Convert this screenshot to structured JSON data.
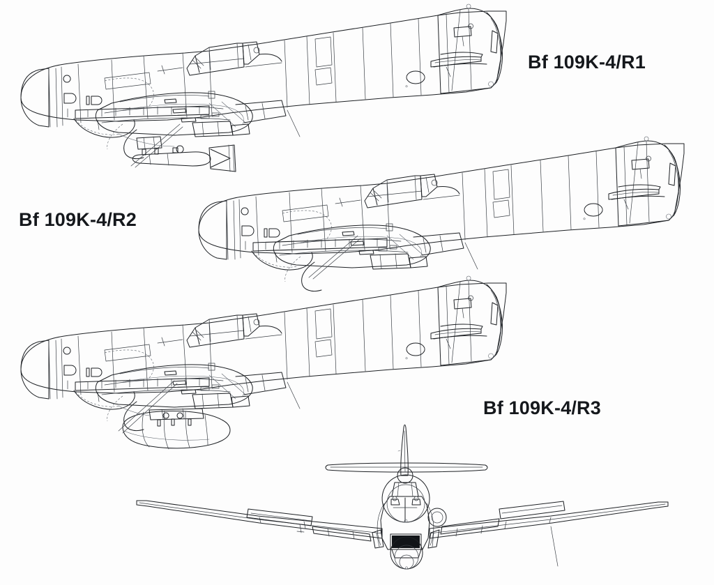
{
  "plate": {
    "background_color": "#ffffff",
    "ink_color": "#1d2024",
    "subject": "Messerschmitt Bf 109K-4 Rüstsatz conversion variants",
    "drawing_type": "technical line drawing",
    "view_count": 4
  },
  "labels": {
    "r1": "Bf 109K-4/R1",
    "r2": "Bf 109K-4/R2",
    "r3": "Bf 109K-4/R3"
  },
  "views": [
    {
      "id": "profile-r1",
      "label": "Bf 109K-4/R1",
      "orientation": "left side profile, nose left",
      "stores": "centerline ETC rack with finned bomb",
      "label_position": "upper right"
    },
    {
      "id": "profile-r2",
      "label": "Bf 109K-4/R2",
      "orientation": "left side profile, nose left",
      "stores": "clean wing, reconnaissance camera fit",
      "label_position": "left"
    },
    {
      "id": "profile-r3",
      "label": "Bf 109K-4/R3",
      "orientation": "left side profile, nose left",
      "stores": "300 litre ventral drop tank",
      "label_position": "right"
    },
    {
      "id": "front-view",
      "label": "",
      "orientation": "front elevation",
      "stores": "none",
      "label_position": "none"
    }
  ]
}
